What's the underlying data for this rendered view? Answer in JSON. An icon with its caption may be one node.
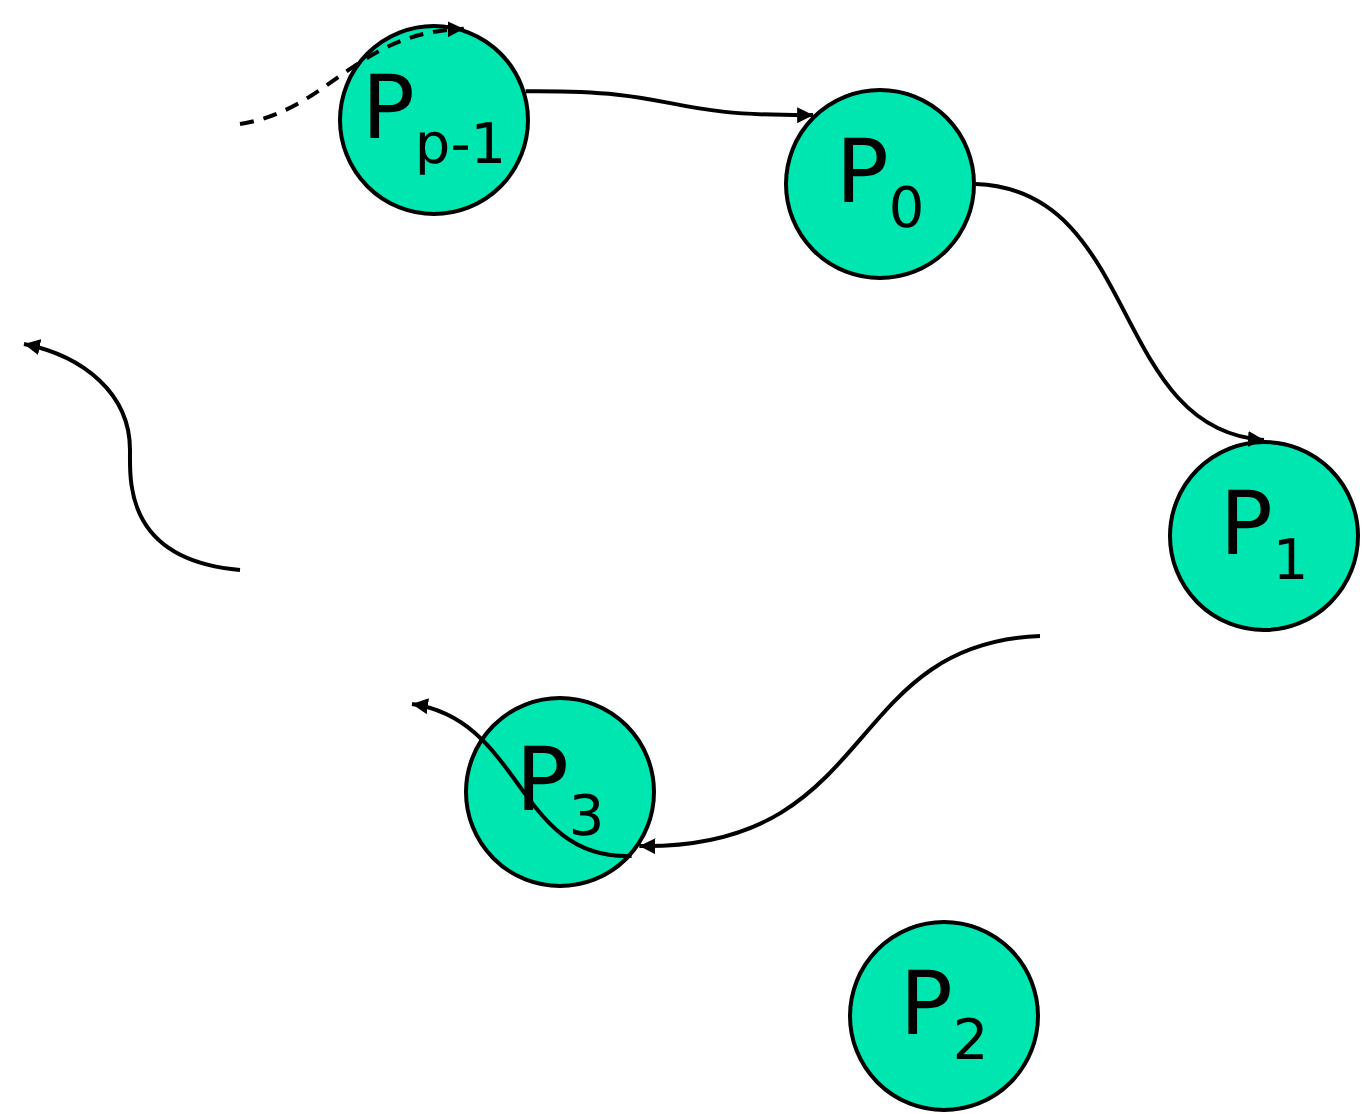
{
  "diagram": {
    "nodes": [
      {
        "text": [
          "P$_{p-1}$"
        ]
      },
      {
        "text": [
          "P$_{0}$"
        ]
      },
      {
        "text": [
          "P$_{1}$"
        ]
      },
      {
        "text": [
          "P$_{3}$"
        ]
      },
      {
        "text": [
          "P$_{2}$"
        ]
      }
    ],
    "edges": [
      {
        "from": null,
        "to": 0,
        "arrow": "to",
        "style": "dashed"
      },
      {
        "from": 0,
        "to": 1,
        "arrow": "to"
      },
      {
        "from": 1,
        "to": 2,
        "arrow": "to"
      },
      {
        "from": null,
        "to": 3,
        "arrow": "to"
      },
      {
        "from": 3,
        "to": null,
        "arrow": "to"
      }
    ]
  }
}
